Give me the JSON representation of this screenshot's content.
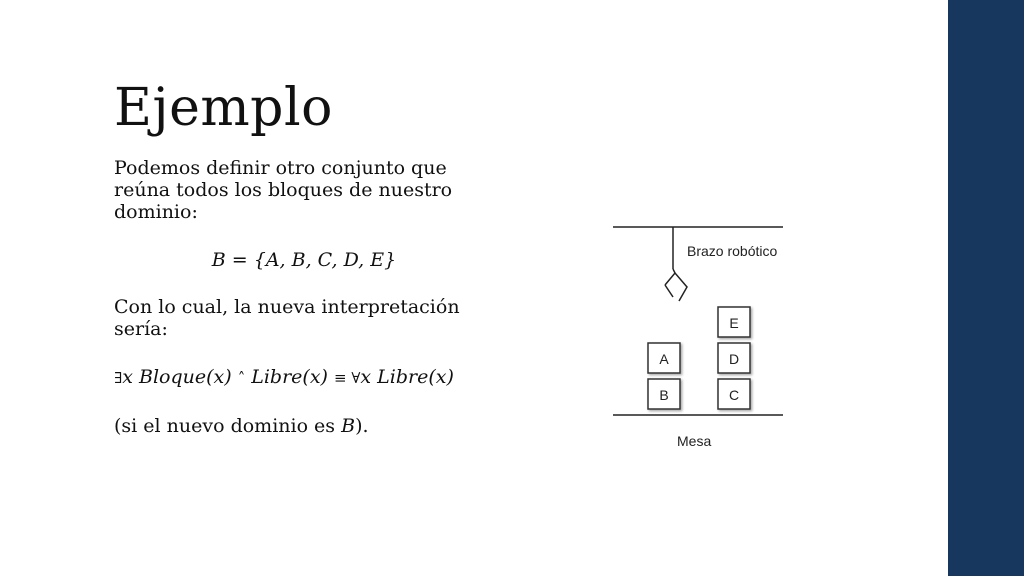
{
  "slide": {
    "title": "Ejemplo",
    "paragraph1": "Podemos definir otro conjunto que reúna todos los bloques de nuestro dominio:",
    "formula1": "B = {A, B, C, D, E}",
    "paragraph2": "Con lo cual, la nueva interpretación sería:",
    "formula2": {
      "exists": "∃",
      "left": "x Bloque(x) ",
      "and": "˄",
      "middle": " Libre(x) ",
      "equiv": "≡",
      "forall": " ∀",
      "right": "x Libre(x)"
    },
    "paragraph3": {
      "prefix": "(si el nuevo dominio es ",
      "domain": "B",
      "suffix": ")."
    }
  },
  "diagram": {
    "arm_label": "Brazo robótico",
    "table_label": "Mesa",
    "blocks": [
      {
        "label": "A"
      },
      {
        "label": "B"
      },
      {
        "label": "C"
      },
      {
        "label": "D"
      },
      {
        "label": "E"
      }
    ]
  },
  "colors": {
    "sidebar": "#17375e",
    "background": "#ffffff",
    "text": "#111111"
  }
}
